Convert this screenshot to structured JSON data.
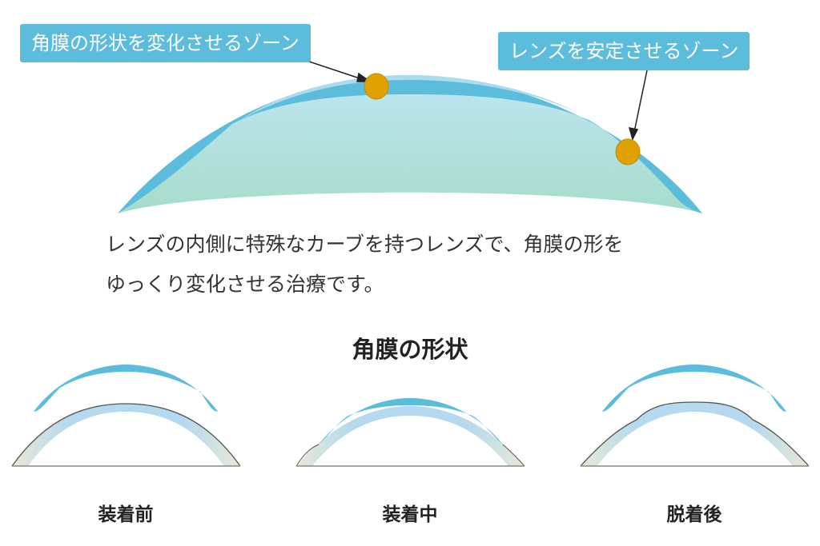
{
  "labels": {
    "shape_zone": "角膜の形状を変化させるゾーン",
    "stable_zone": "レンズを安定させるゾーン"
  },
  "description": {
    "line1": "レンズの内側に特殊なカーブを持つレンズで、角膜の形を",
    "line2": "ゆっくり変化させる治療です。"
  },
  "section_title": "角膜の形状",
  "stages": [
    {
      "label": "装着前"
    },
    {
      "label": "装着中"
    },
    {
      "label": "脱着後"
    }
  ],
  "colors": {
    "lens": "#5bbcdc",
    "marker": "#e0a000",
    "label_bg": "#5bbcdc"
  }
}
